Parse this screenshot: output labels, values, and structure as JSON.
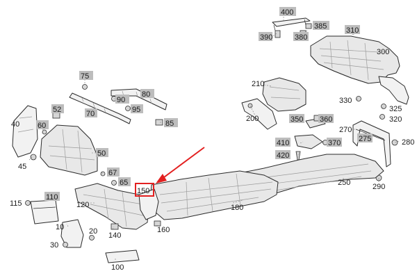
{
  "diagram": {
    "part_numbers": {
      "p10": "10",
      "p20": "20",
      "p30": "30",
      "p40": "40",
      "p45": "45",
      "p50": "50",
      "p52": "52",
      "p60": "60",
      "p65": "65",
      "p67": "67",
      "p70": "70",
      "p75": "75",
      "p80": "80",
      "p85": "85",
      "p90": "90",
      "p95": "95",
      "p100": "100",
      "p110": "110",
      "p115": "115",
      "p120": "120",
      "p140": "140",
      "p150": "150",
      "p160": "160",
      "p180": "180",
      "p200": "200",
      "p210": "210",
      "p250": "250",
      "p270": "270",
      "p275": "275",
      "p280": "280",
      "p290": "290",
      "p300": "300",
      "p310": "310",
      "p320": "320",
      "p325": "325",
      "p330": "330",
      "p350": "350",
      "p360": "360",
      "p370": "370",
      "p380": "380",
      "p385": "385",
      "p390": "390",
      "p400": "400",
      "p410": "410",
      "p420": "420"
    },
    "highlight": {
      "part": "150",
      "color": "#e32020"
    },
    "colors": {
      "line": "#2a2a2a",
      "fill": "#e8e8e8",
      "tag": "#bdbdbd"
    }
  }
}
